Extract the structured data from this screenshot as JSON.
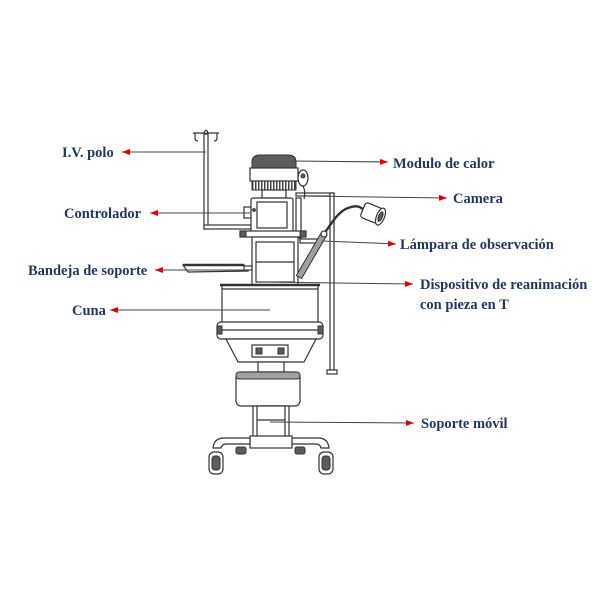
{
  "figure": {
    "labels": {
      "iv_pole": "I.V. polo",
      "heat_module": "Modulo de calor",
      "camera": "Camera",
      "controller": "Controlador",
      "observation_lamp": "Lámpara de observación",
      "support_tray": "Bandeja de soporte",
      "resuscitation_device_line1": "Dispositivo de reanimación",
      "resuscitation_device_line2": "con pieza en T",
      "crib": "Cuna",
      "mobile_stand": "Soporte móvil"
    }
  },
  "colors": {
    "label_text": "#1F3864",
    "arrowhead": "#E00000",
    "leader_line": "#444444",
    "drawing_stroke": "#333333"
  }
}
